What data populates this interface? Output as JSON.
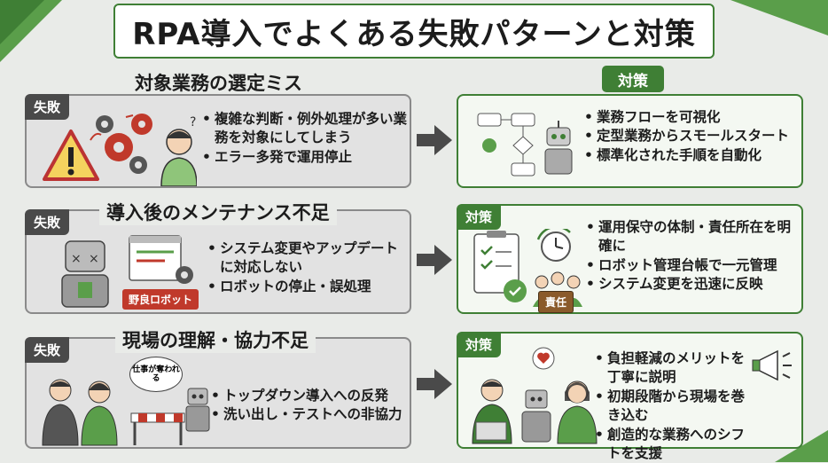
{
  "title": "RPA導入でよくある失敗パターンと対策",
  "sections": [
    {
      "heading": "対象業務の選定ミス",
      "fail_tag": "失敗",
      "fail_points": [
        "複雑な判断・例外処理が多い業務を対象にしてしまう",
        "エラー多発で運用停止"
      ],
      "solution_tag": "対策",
      "solution_points": [
        "業務フローを可視化",
        "定型業務からスモールスタート",
        "標準化された手順を自動化"
      ],
      "icons": [
        "warning-icon",
        "gears-icon",
        "worried-person-icon",
        "flowchart-icon",
        "robot-icon"
      ]
    },
    {
      "heading": "導入後のメンテナンス不足",
      "fail_tag": "失敗",
      "fail_points": [
        "システム変更やアップデートに対応しない",
        "ロボットの停止・誤処理"
      ],
      "fail_label": "野良ロボット",
      "solution_tag": "対策",
      "solution_points": [
        "運用保守の体制・責任所在を明確に",
        "ロボット管理台帳で一元管理",
        "システム変更を迅速に反映"
      ],
      "solution_label": "責任",
      "icons": [
        "broken-robot-icon",
        "window-gear-icon",
        "clipboard-check-icon",
        "clock-refresh-icon",
        "team-icon"
      ]
    },
    {
      "heading": "現場の理解・協力不足",
      "fail_tag": "失敗",
      "fail_points": [
        "トップダウン導入への反発",
        "洗い出し・テストへの非協力"
      ],
      "fail_bubble": "仕事が奪われる",
      "solution_tag": "対策",
      "solution_points": [
        "負担軽減のメリットを丁寧に説明",
        "初期段階から現場を巻き込む",
        "創造的な業務へのシフトを支援"
      ],
      "icons": [
        "upset-workers-icon",
        "barrier-icon",
        "robot-icon",
        "heart-icon",
        "megaphone-icon",
        "collaboration-icon"
      ]
    }
  ],
  "colors": {
    "accent": "#3f7f35",
    "fail_gray": "#4a4a4a",
    "warning_red": "#c0392b"
  }
}
